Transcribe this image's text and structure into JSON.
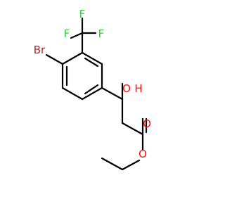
{
  "molecule": {
    "atoms": {
      "F1": {
        "text": "F",
        "color": "#33cc33"
      },
      "F2": {
        "text": "F",
        "color": "#33cc33"
      },
      "F3": {
        "text": "F",
        "color": "#33cc33"
      },
      "Br": {
        "text": "Br",
        "color": "#a62929"
      },
      "OH_O": {
        "text": "O",
        "color": "#ff0d0d"
      },
      "OH_H": {
        "text": "H",
        "color": "#ff0d0d"
      },
      "O_carbonyl": {
        "text": "O",
        "color": "#ff0d0d"
      },
      "O_ester": {
        "text": "O",
        "color": "#ff0d0d"
      }
    }
  }
}
